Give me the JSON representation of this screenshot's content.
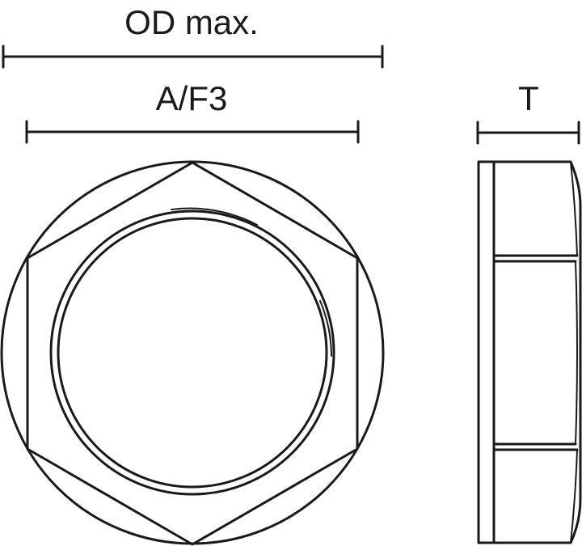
{
  "labels": {
    "outer_diameter": "OD max.",
    "across_flats": "A/F3",
    "thickness": "T"
  },
  "colors": {
    "stroke": "#1a1a1a",
    "background": "#ffffff"
  }
}
